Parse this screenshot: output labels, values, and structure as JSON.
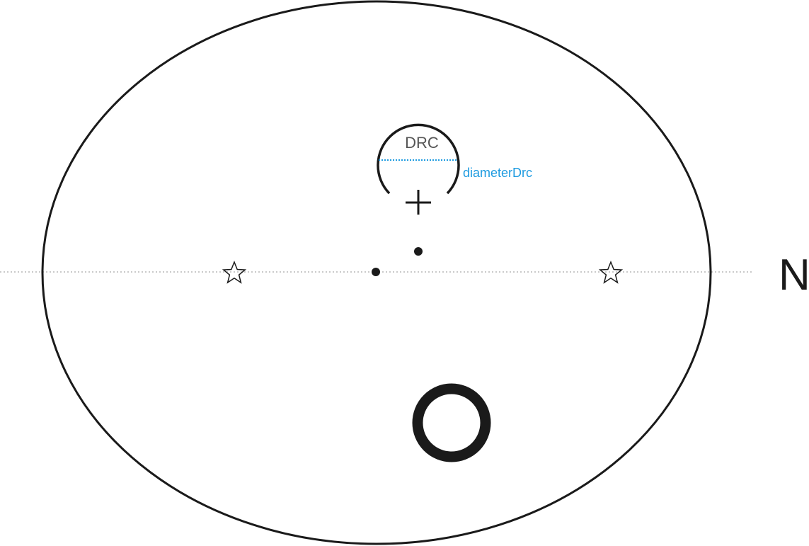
{
  "labels": {
    "drc": "DRC",
    "diameter": "diameterDrc",
    "north": "N"
  },
  "colors": {
    "stroke": "#1a1a1a",
    "drc_text": "#555555",
    "diameter": "#1e9be0",
    "axis": "#aaaaaa"
  },
  "icons": {
    "star": "star-outline-icon",
    "cross": "plus-icon",
    "ring": "ring-icon"
  }
}
